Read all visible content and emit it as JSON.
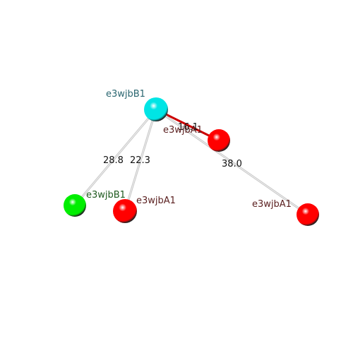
{
  "atoms": [
    {
      "id": "a1",
      "label": "e3wjbB1",
      "color": "#00e5e5",
      "label_color": "#2a6670"
    },
    {
      "id": "a2",
      "label": "e3wjbA1",
      "color": "#ff0000",
      "label_color": "#5a1f1f"
    },
    {
      "id": "a3",
      "label": "e3wjbB1",
      "color": "#00ee00",
      "label_color": "#1f5a1f"
    },
    {
      "id": "a4",
      "label": "e3wjbA1",
      "color": "#ff0000",
      "label_color": "#5a1f1f"
    },
    {
      "id": "a5",
      "label": "e3wjbA1",
      "color": "#ff0000",
      "label_color": "#5a1f1f"
    }
  ],
  "distances": [
    {
      "from": "a1",
      "to": "a2",
      "label": "16.1",
      "color": "#cc0000"
    },
    {
      "from": "a1",
      "to": "a3",
      "label": "28.8",
      "color": "#c8c8c8"
    },
    {
      "from": "a1",
      "to": "a4",
      "label": "22.3",
      "color": "#c8c8c8"
    },
    {
      "from": "a1",
      "to": "a5",
      "label": "38.0",
      "color": "#c8c8c8"
    }
  ]
}
